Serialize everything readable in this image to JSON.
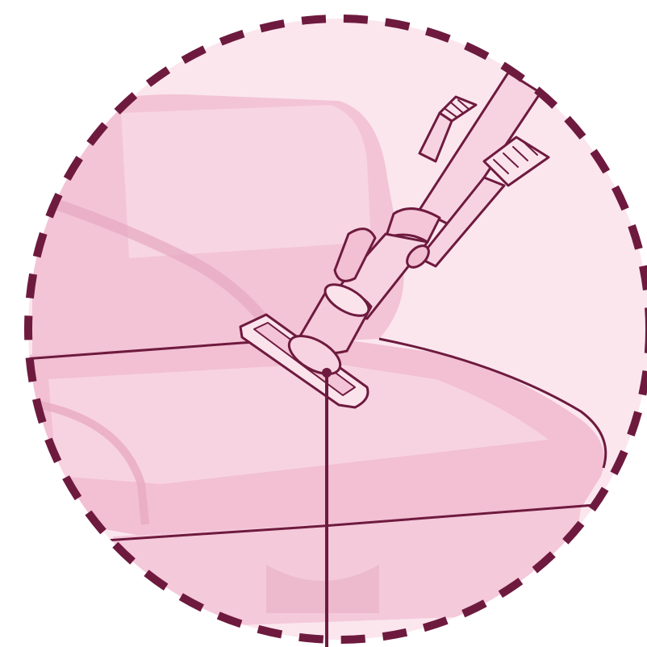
{
  "figure": {
    "subject": "vacuum-cleaner-upholstery-nozzle",
    "colors": {
      "outline": "#6e1a3e",
      "seat_fill": "#f3c4d6",
      "seat_fill_light": "#f8d9e5",
      "seat_shadow": "#e6a8c0",
      "nozzle_fill": "#f7d3e1",
      "background": "#ffffff"
    },
    "icons": [
      "dashed-circle-frame",
      "car-seat",
      "vacuum-hose-tube",
      "upholstery-nozzle",
      "brush-attachment",
      "pointer-line"
    ]
  }
}
